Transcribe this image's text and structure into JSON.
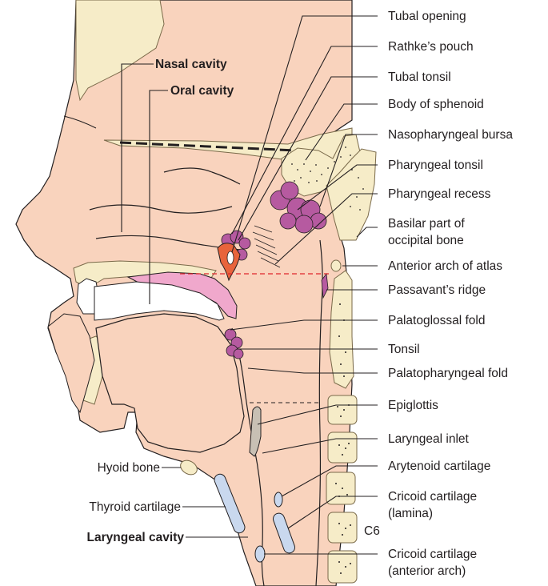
{
  "labels": {
    "nasal_cavity": "Nasal cavity",
    "oral_cavity": "Oral cavity",
    "laryngeal_cavity": "Laryngeal cavity",
    "hyoid_bone": "Hyoid bone",
    "thyroid_cartilage": "Thyroid cartilage",
    "tubal_opening": "Tubal opening",
    "rathkes_pouch": "Rathke’s pouch",
    "tubal_tonsil": "Tubal tonsil",
    "body_of_sphenoid": "Body of sphenoid",
    "nasopharyngeal_bursa": "Nasopharyngeal bursa",
    "pharyngeal_tonsil": "Pharyngeal tonsil",
    "pharyngeal_recess": "Pharyngeal recess",
    "basilar_part_line1": "Basilar part of",
    "basilar_part_line2": "occipital bone",
    "anterior_arch_atlas": "Anterior arch of atlas",
    "passavants_ridge": "Passavant’s ridge",
    "palatoglossal_fold": "Palatoglossal fold",
    "tonsil": "Tonsil",
    "palatopharyngeal_fold": "Palatopharyngeal fold",
    "epiglottis": "Epiglottis",
    "laryngeal_inlet": "Laryngeal inlet",
    "arytenoid_cartilage": "Arytenoid cartilage",
    "cricoid_lamina_line1": "Cricoid cartilage",
    "cricoid_lamina_line2": "(lamina)",
    "c6": "C6",
    "cricoid_anterior_line1": "Cricoid cartilage",
    "cricoid_anterior_line2": "(anterior arch)"
  },
  "colors": {
    "skin": "#f9d3bd",
    "skin_dark": "#f2bca1",
    "bone": "#f6ecc8",
    "bone_outline": "#7a6a4a",
    "palate": "#f0a8cc",
    "tonsil": "#b65aa0",
    "tubal": "#e8643c",
    "cartilage": "#c9d8ee",
    "epiglottis": "#c8c0b4",
    "dashed_red": "#e0262c",
    "outline": "#231f20"
  }
}
